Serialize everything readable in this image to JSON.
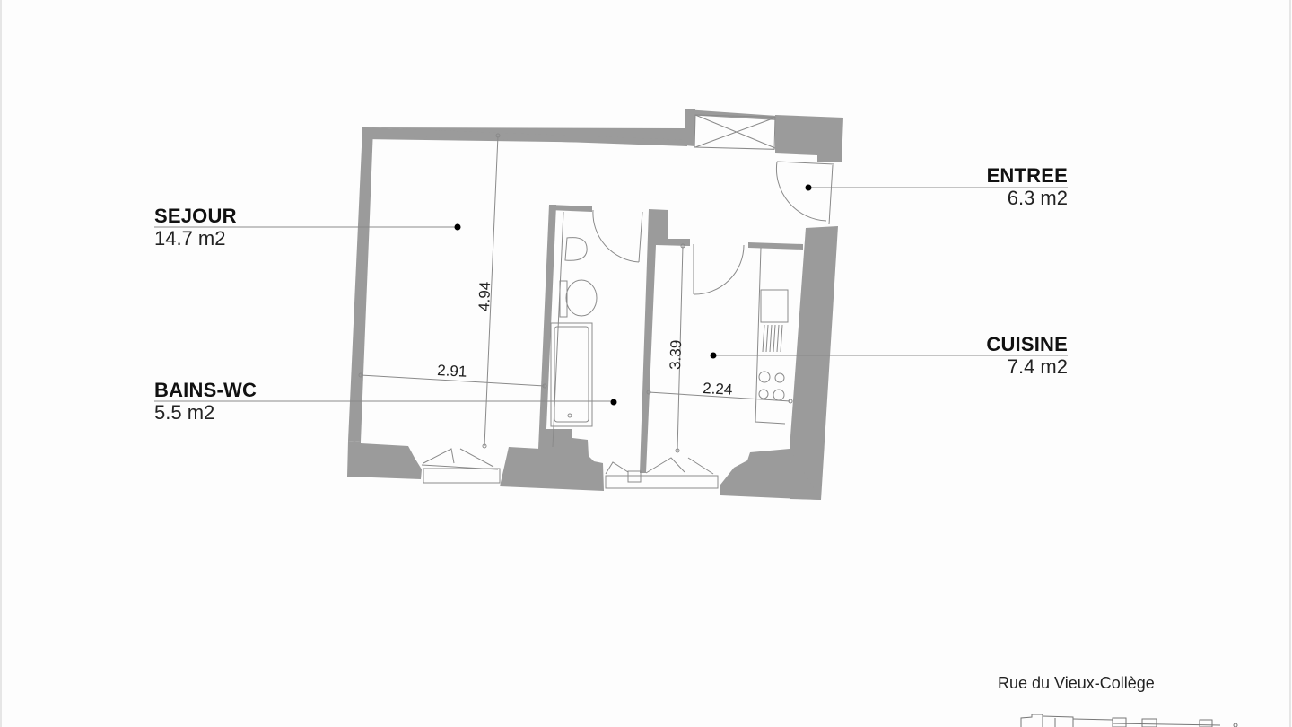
{
  "rooms": [
    {
      "name": "SEJOUR",
      "area": "14.7 m2"
    },
    {
      "name": "BAINS-WC",
      "area": "5.5 m2"
    },
    {
      "name": "ENTREE",
      "area": "6.3 m2"
    },
    {
      "name": "CUISINE",
      "area": "7.4 m2"
    }
  ],
  "dimensions": {
    "sejour_length": "4.94",
    "sejour_width": "2.91",
    "cuisine_length": "3.39",
    "cuisine_width": "2.24"
  },
  "street": {
    "name": "Rue du Vieux-Collège"
  },
  "colors": {
    "wall": "#9b9b9b",
    "line": "#8a8a8a",
    "background": "#fdfdfd",
    "text": "#111111"
  }
}
